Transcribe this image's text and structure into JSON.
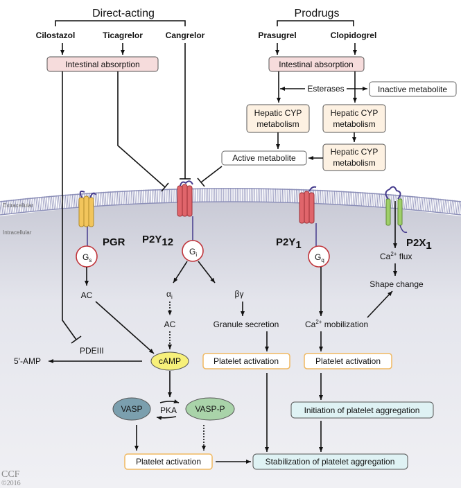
{
  "groups": {
    "direct": "Direct-acting",
    "prodrugs": "Prodrugs"
  },
  "drugs": {
    "cilostazol": "Cilostazol",
    "ticagrelor": "Ticagrelor",
    "cangrelor": "Cangrelor",
    "prasugrel": "Prasugrel",
    "clopidogrel": "Clopidogrel"
  },
  "boxes": {
    "absorption_left": "Intestinal absorption",
    "absorption_right": "Intestinal absorption",
    "esterases": "Esterases",
    "inactive": "Inactive metabolite",
    "hepatic_line1": "Hepatic CYP",
    "hepatic_line2": "metabolism",
    "active": "Active metabolite"
  },
  "membrane": {
    "extracellular": "Extracellular",
    "intracellular": "Intracellular"
  },
  "receptors": {
    "pgr": "PGR",
    "p2y12": "P2Y",
    "p2y12_sub": "12",
    "p2y1": "P2Y",
    "p2y1_sub": "1",
    "p2x1": "P2X",
    "p2x1_sub": "1"
  },
  "gproteins": {
    "gs": "G",
    "gs_sub": "s",
    "gi": "G",
    "gi_sub": "i",
    "gq": "G",
    "gq_sub": "q"
  },
  "nodes": {
    "ac_left": "AC",
    "alpha_i": "α",
    "alpha_i_sub": "i",
    "ac_mid": "AC",
    "beta_gamma": "βγ",
    "granule": "Granule secretion",
    "ca_flux": "Ca",
    "ca_flux_sup": "2+",
    "ca_flux_rest": " flux",
    "shape": "Shape change",
    "ca_mob": "Ca",
    "ca_mob_sup": "2+",
    "ca_mob_rest": " mobilization",
    "pdeiii": "PDEIII",
    "amp": "5'-AMP",
    "camp": "cAMP",
    "plt_act_1": "Platelet activation",
    "plt_act_2": "Platelet activation",
    "plt_act_3": "Platelet activation",
    "vasp": "VASP",
    "pka": "PKA",
    "vasp_p": "VASP-P",
    "initiation": "Initiation of platelet aggregation",
    "stabilization": "Stabilization of platelet aggregation"
  },
  "credit": {
    "org": "CCF",
    "year": "©2016"
  },
  "colors": {
    "pgr": "#f2c55c",
    "p2y": "#e0656b",
    "p2x": "#9fcf6a",
    "camp": "#f7f07a",
    "vasp": "#7b9fae",
    "vasp_p": "#a9d3a9"
  }
}
